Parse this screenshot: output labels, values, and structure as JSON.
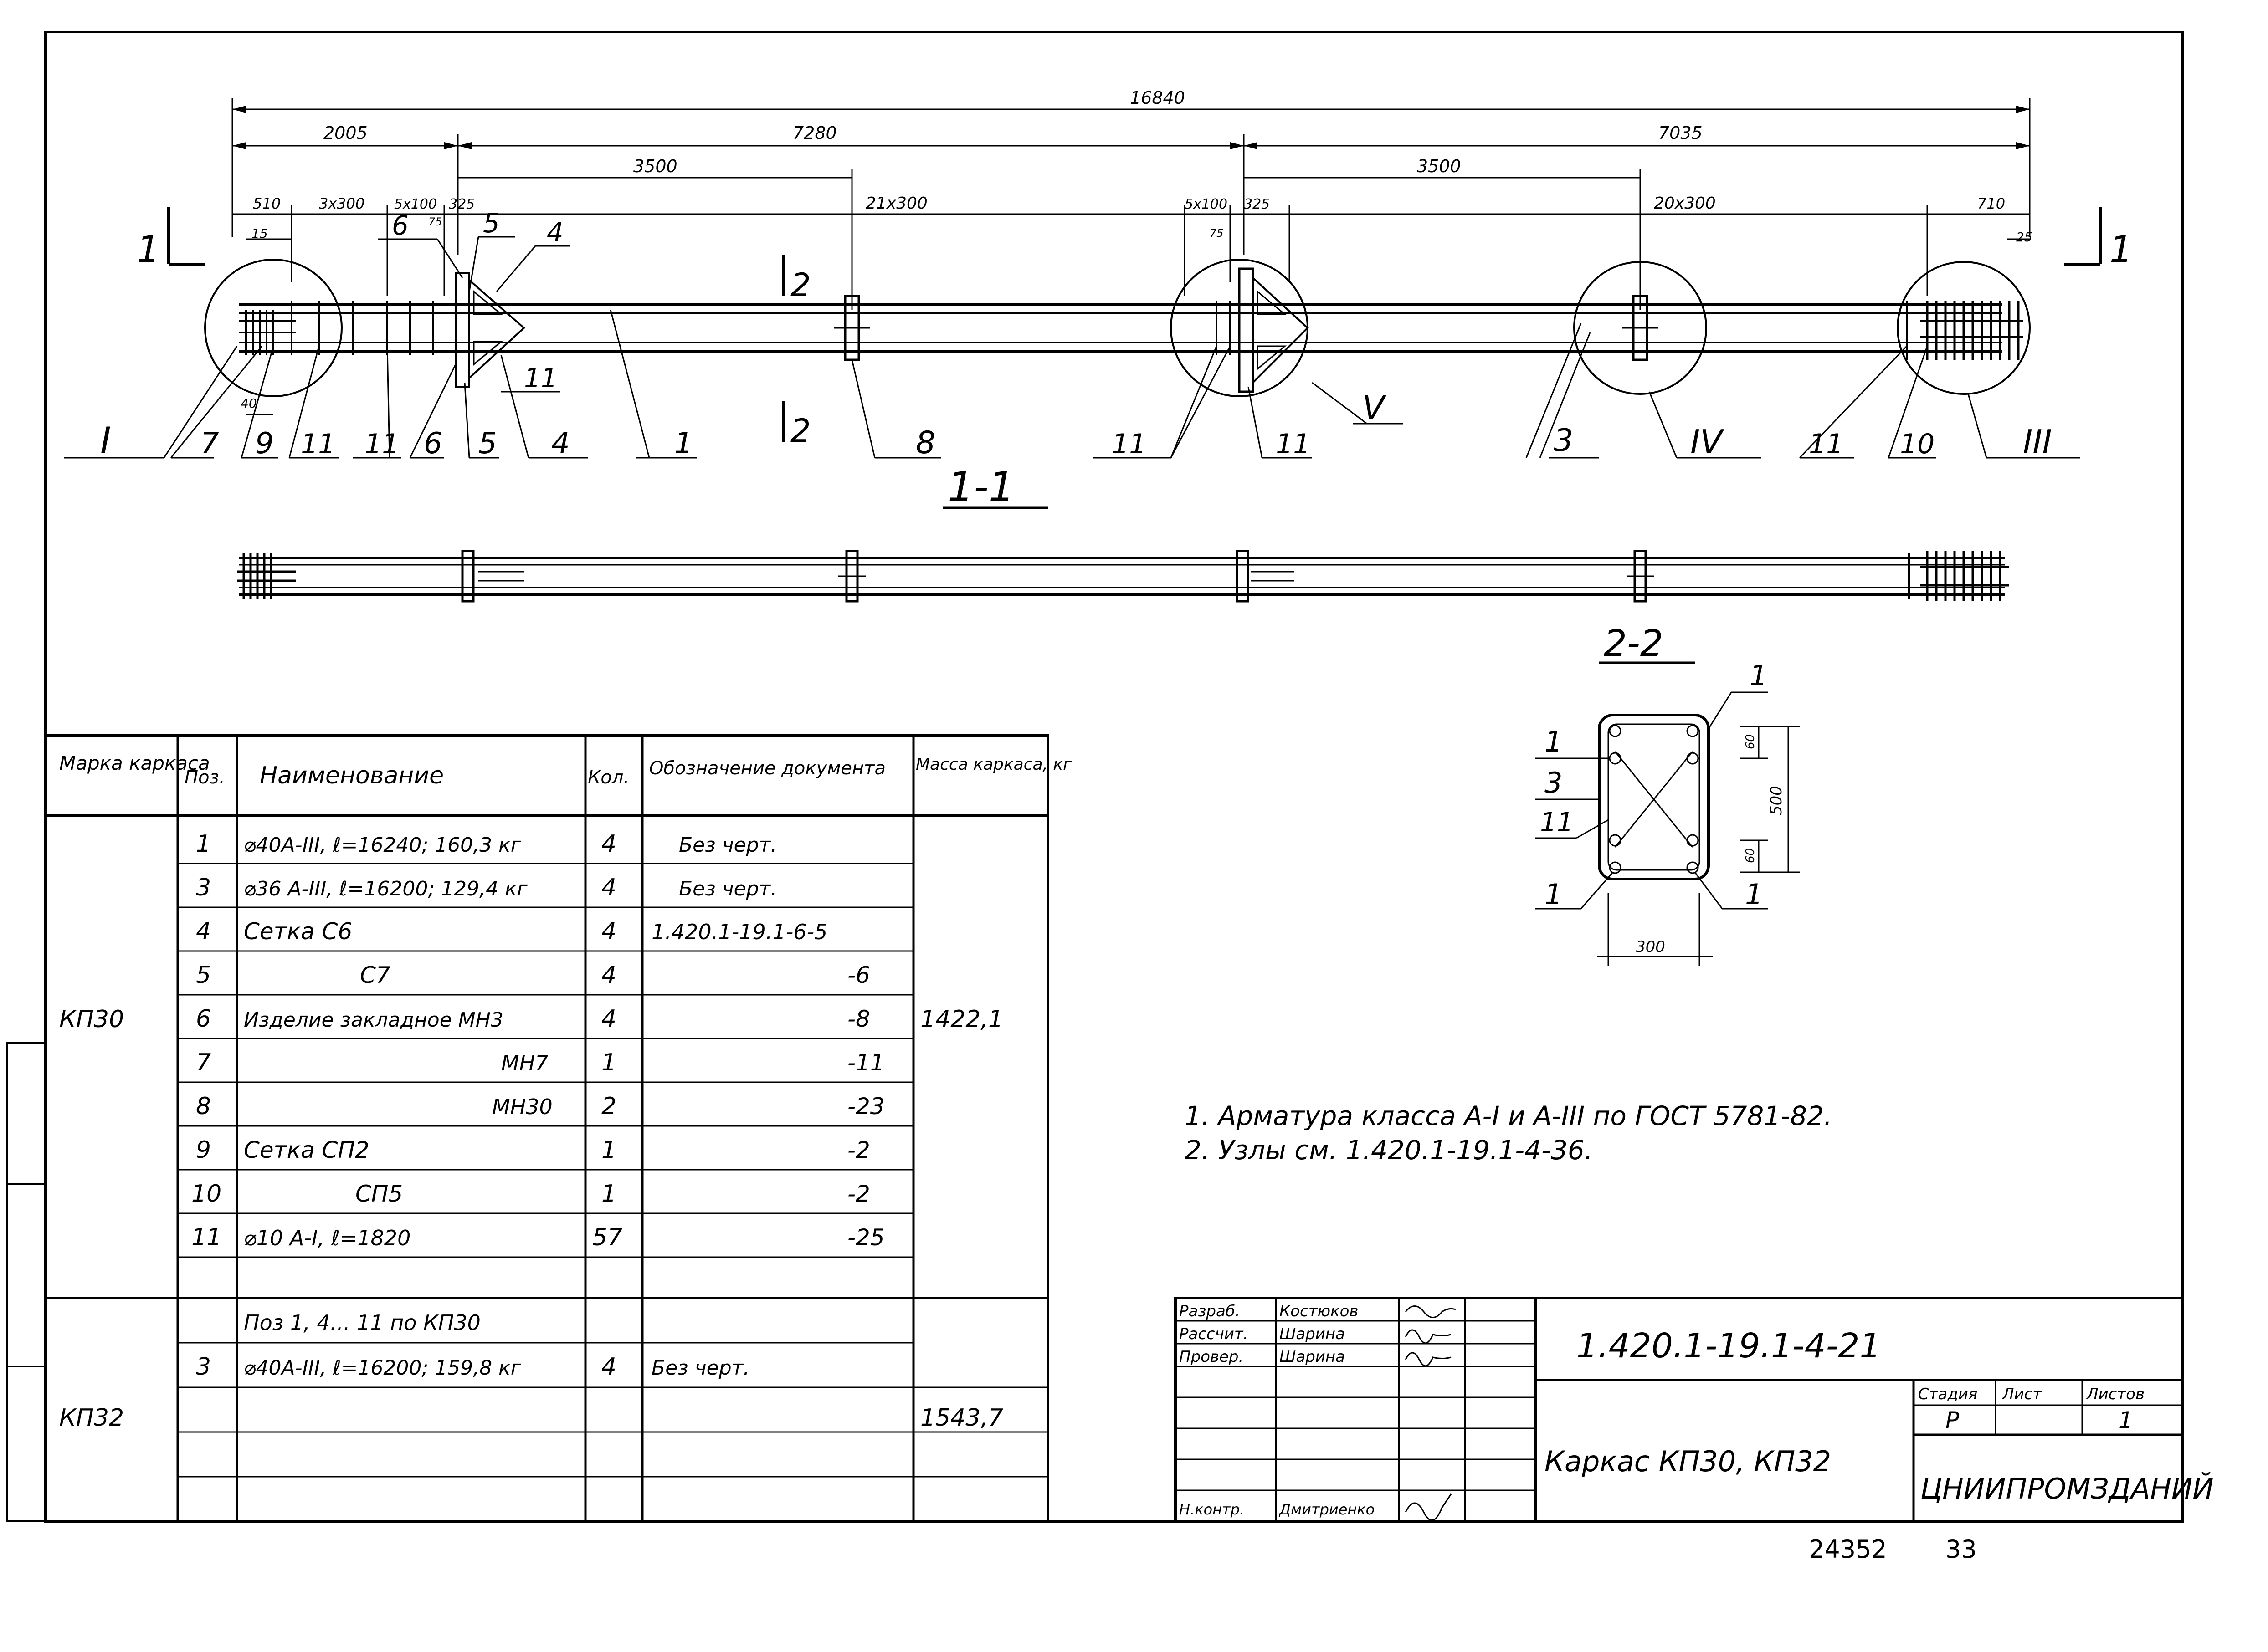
{
  "drawing": {
    "dimensions": {
      "overall": "16840",
      "seg_left": "2005",
      "seg_mid": "7280",
      "seg_right": "7035",
      "sub_left_3500": "3500",
      "sub_right_3500": "3500",
      "d_510": "510",
      "d_3x300": "3x300",
      "d_5x100_left": "5x100",
      "d_325_left": "325",
      "d_21x300": "21x300",
      "d_5x100_mid": "5x100",
      "d_325_mid": "325",
      "d_20x300": "20x300",
      "d_710": "710",
      "d_15": "15",
      "d_75_left": "75",
      "d_75_mid": "75",
      "d_40": "40",
      "d_25": "25"
    },
    "section_marks": {
      "s1_left": "1",
      "s1_right": "1",
      "s2_top": "2",
      "s2_bottom": "2"
    },
    "callouts": {
      "node_I": "I",
      "p7": "7",
      "p9": "9",
      "p11a": "11",
      "p11b": "11",
      "p6a": "6",
      "p5a": "5",
      "p4a": "4",
      "p1a": "1",
      "p8": "8",
      "p11c": "11",
      "p11d": "11",
      "node_V": "V",
      "p3a": "3",
      "node_IV": "IV",
      "p11e": "11",
      "p10": "10",
      "node_III": "III",
      "top6": "6",
      "top5": "5",
      "top4": "4"
    },
    "view_1_1_title": "1-1",
    "section_2_2": {
      "title": "2-2",
      "p1_top": "1",
      "p1_left": "1",
      "p3": "3",
      "p11": "11",
      "p1_bl": "1",
      "p1_br": "1",
      "dim_height": "500",
      "dim_width": "300",
      "dim_small_top": "60",
      "dim_small_bottom": "60"
    }
  },
  "notes": [
    "1. Арматура класса А-I и А-III по ГОСТ 5781-82.",
    "2. Узлы см. 1.420.1-19.1-4-36."
  ],
  "spec_table": {
    "headers": [
      "Марка каркаса",
      "Поз.",
      "Наименование",
      "Кол.",
      "Обозначение документа",
      "Масса каркаса, кг"
    ],
    "groups": [
      {
        "mark": "КП30",
        "mass": "1422,1",
        "rows": [
          {
            "pos": "1",
            "name": "⌀40А-III, ℓ=16240; 160,3 кг",
            "qty": "4",
            "doc": "Без черт."
          },
          {
            "pos": "3",
            "name": "⌀36 А-III, ℓ=16200; 129,4 кг",
            "qty": "4",
            "doc": "Без черт."
          },
          {
            "pos": "4",
            "name": "Сетка С6",
            "qty": "4",
            "doc": "1.420.1-19.1-6-5"
          },
          {
            "pos": "5",
            "name": "С7",
            "qty": "4",
            "doc": "-6"
          },
          {
            "pos": "6",
            "name": "Изделие закладное МН3",
            "qty": "4",
            "doc": "-8"
          },
          {
            "pos": "7",
            "name": "МН7",
            "qty": "1",
            "doc": "-11"
          },
          {
            "pos": "8",
            "name": "МН30",
            "qty": "2",
            "doc": "-23"
          },
          {
            "pos": "9",
            "name": "Сетка СП2",
            "qty": "1",
            "doc": "-2"
          },
          {
            "pos": "10",
            "name": "СП5",
            "qty": "1",
            "doc": "-2"
          },
          {
            "pos": "11",
            "name": "⌀10 А-I, ℓ=1820",
            "qty": "57",
            "doc": "-25"
          }
        ]
      },
      {
        "mark": "КП32",
        "mass": "1543,7",
        "rows": [
          {
            "pos": "",
            "name": "Поз 1, 4... 11 по КП30",
            "qty": "",
            "doc": ""
          },
          {
            "pos": "3",
            "name": "⌀40А-III, ℓ=16200; 159,8 кг",
            "qty": "4",
            "doc": "Без черт."
          },
          {
            "pos": "",
            "name": "",
            "qty": "",
            "doc": ""
          },
          {
            "pos": "",
            "name": "",
            "qty": "",
            "doc": ""
          },
          {
            "pos": "",
            "name": "",
            "qty": "",
            "doc": ""
          }
        ]
      }
    ]
  },
  "title_block": {
    "roles": [
      "Разраб.",
      "Рассчит.",
      "Провер.",
      "Н.контр."
    ],
    "names": [
      "Костюков",
      "Шарина",
      "Шарина",
      "Дмитриенко"
    ],
    "signatures": [
      "подп.",
      "подп.",
      "подп.",
      "подп."
    ],
    "code": "1.420.1-19.1-4-21",
    "title": "Каркас КП30, КП32",
    "stage_label": "Стадия",
    "sheet_label": "Лист",
    "sheets_label": "Листов",
    "stage": "Р",
    "sheets": "1",
    "organization": "ЦНИИПРОМЗДАНИЙ"
  },
  "footer": {
    "inventory": "24352",
    "page": "33"
  }
}
